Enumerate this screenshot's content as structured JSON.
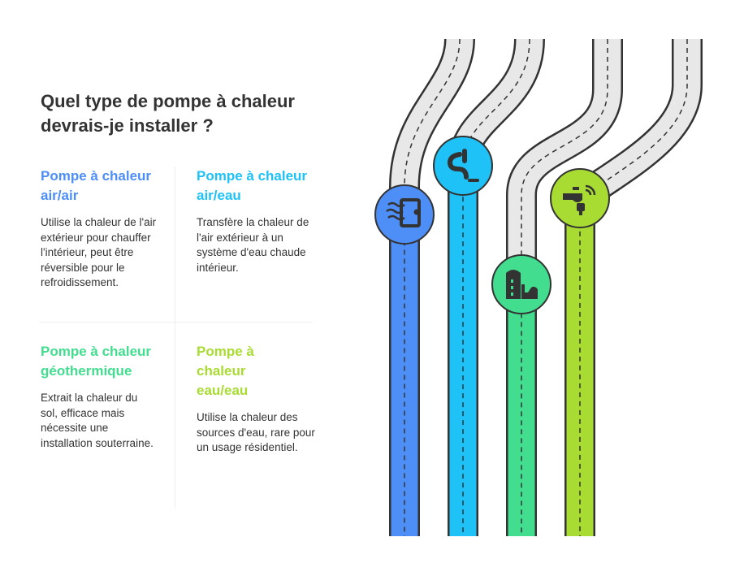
{
  "title": "Quel type de pompe à chaleur devrais-je installer ?",
  "options": [
    {
      "heading": "Pompe à chaleur air/air",
      "text": "Utilise la chaleur de l'air extérieur pour chauffer l'intérieur, peut être réversible pour le refroidissement.",
      "color": "#4d8ef7",
      "icon": "air-wave-icon"
    },
    {
      "heading": "Pompe à chaleur air/eau",
      "text": "Transfère la chaleur de l'air extérieur à un système d'eau chaude intérieur.",
      "color": "#1ec2f7",
      "icon": "pipe-icon"
    },
    {
      "heading": "Pompe à chaleur géothermique",
      "text": "Extrait la chaleur du sol, efficace mais nécessite une installation souterraine.",
      "color": "#42dd8f",
      "icon": "building-ground-icon"
    },
    {
      "heading": "Pompe à chaleur eau/eau",
      "text": "Utilise la chaleur des sources d'eau, rare pour un usage résidentiel.",
      "color": "#a8dc32",
      "icon": "smart-faucet-icon"
    }
  ]
}
